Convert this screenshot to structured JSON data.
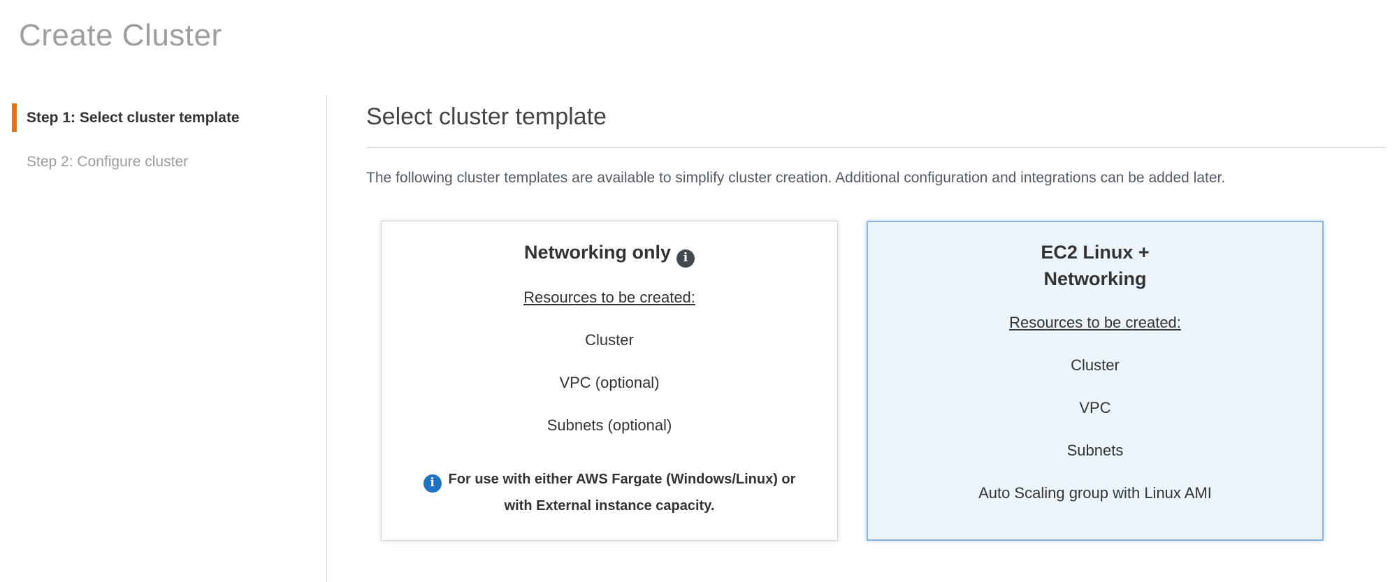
{
  "page": {
    "title": "Create Cluster"
  },
  "sidebar": {
    "steps": [
      {
        "label": "Step 1: Select cluster template",
        "active": true
      },
      {
        "label": "Step 2: Configure cluster",
        "active": false
      }
    ]
  },
  "main": {
    "heading": "Select cluster template",
    "description": "The following cluster templates are available to simplify cluster creation. Additional configuration and integrations can be added later."
  },
  "cards": [
    {
      "title": "Networking only",
      "info_icon": "info-circle-dark",
      "resources_label": "Resources to be created:",
      "resources": [
        "Cluster",
        "VPC (optional)",
        "Subnets (optional)"
      ],
      "note_icon": "info-circle-blue",
      "note": "For use with either AWS Fargate (Windows/Linux) or with External instance capacity.",
      "selected": false
    },
    {
      "title": "EC2 Linux + Networking",
      "resources_label": "Resources to be created:",
      "resources": [
        "Cluster",
        "VPC",
        "Subnets",
        "Auto Scaling group with Linux AMI"
      ],
      "selected": true
    }
  ],
  "colors": {
    "accent_orange": "#e8710d",
    "title_gray": "#9e9e9e",
    "selected_card_bg": "#ecf4fc",
    "selected_card_border": "#8cb2d7",
    "info_icon_dark": "#434a4f",
    "info_icon_blue": "#1e73c4"
  }
}
